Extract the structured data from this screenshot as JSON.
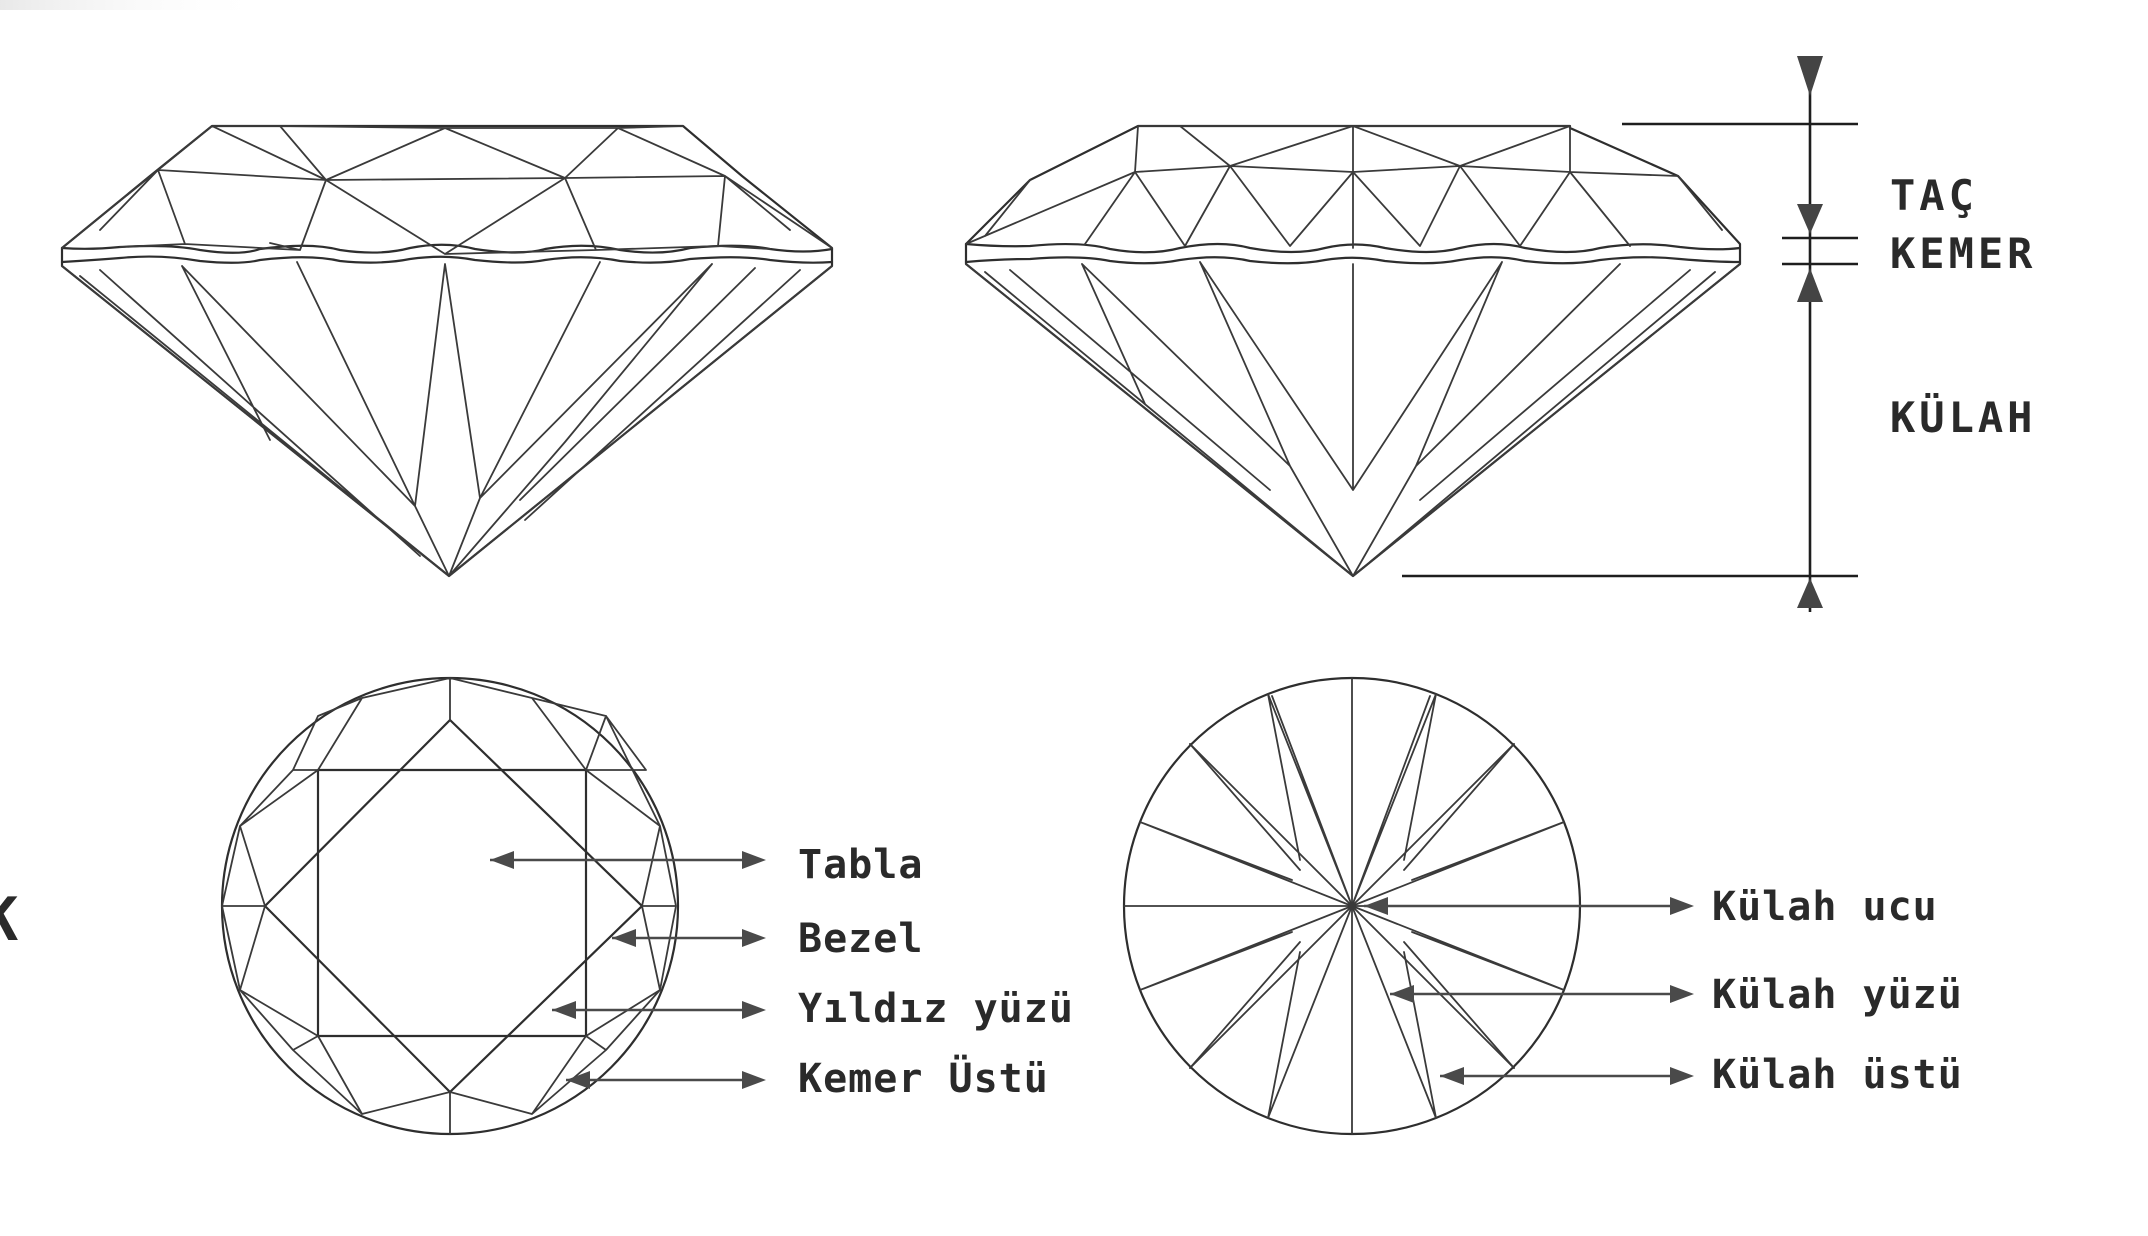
{
  "side_view_labels": {
    "crown": "TAÇ",
    "girdle": "KEMER",
    "pavilion": "KÜLAH"
  },
  "top_view_labels": [
    "Tabla",
    "Bezel",
    "Yıldız yüzü",
    "Kemer Üstü"
  ],
  "bottom_view_labels": [
    "Külah ucu",
    "Külah yüzü",
    "Külah üstü"
  ],
  "edge_glyph": "K",
  "colors": {
    "line": "#2e2e2e",
    "label": "#2a2a2a",
    "arrow": "#4a4a4a",
    "background": "#ffffff"
  }
}
